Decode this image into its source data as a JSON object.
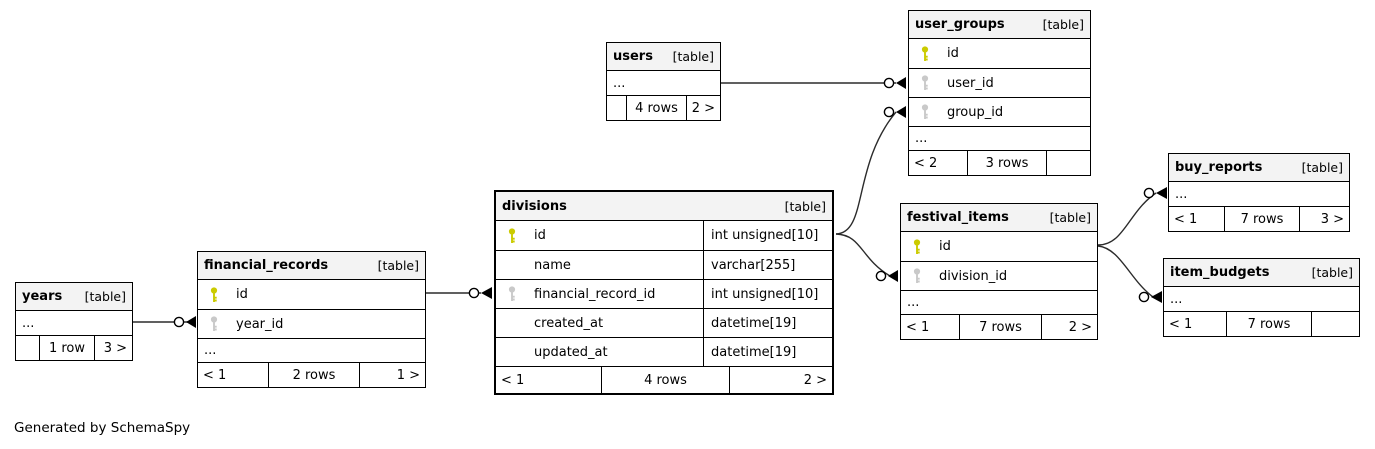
{
  "credit": "Generated by SchemaSpy",
  "colors": {
    "background": "#ffffff",
    "table_header_bg": "#f3f3f3",
    "border": "#000000",
    "primary_key_icon": "#cbcb00",
    "foreign_key_icon": "#c9c9c9"
  },
  "tables": {
    "users": {
      "name": "users",
      "tag": "[table]",
      "columns": [
        {
          "label": "..."
        }
      ],
      "footer": {
        "left": "",
        "center": "4 rows",
        "right": "2 >"
      }
    },
    "user_groups": {
      "name": "user_groups",
      "tag": "[table]",
      "columns": [
        {
          "label": "id",
          "key": "primary"
        },
        {
          "label": "user_id",
          "key": "foreign"
        },
        {
          "label": "group_id",
          "key": "foreign"
        },
        {
          "label": "..."
        }
      ],
      "footer": {
        "left": "< 2",
        "center": "3 rows",
        "right": ""
      }
    },
    "divisions": {
      "name": "divisions",
      "tag": "[table]",
      "columns": [
        {
          "label": "id",
          "key": "primary",
          "type": "int unsigned[10]"
        },
        {
          "label": "name",
          "type": "varchar[255]"
        },
        {
          "label": "financial_record_id",
          "key": "foreign",
          "type": "int unsigned[10]"
        },
        {
          "label": "created_at",
          "type": "datetime[19]"
        },
        {
          "label": "updated_at",
          "type": "datetime[19]"
        }
      ],
      "footer": {
        "left": "< 1",
        "center": "4 rows",
        "right": "2 >"
      }
    },
    "financial_records": {
      "name": "financial_records",
      "tag": "[table]",
      "columns": [
        {
          "label": "id",
          "key": "primary"
        },
        {
          "label": "year_id",
          "key": "foreign"
        },
        {
          "label": "..."
        }
      ],
      "footer": {
        "left": "< 1",
        "center": "2 rows",
        "right": "1 >"
      }
    },
    "years": {
      "name": "years",
      "tag": "[table]",
      "columns": [
        {
          "label": "..."
        }
      ],
      "footer": {
        "left": "",
        "center": "1 row",
        "right": "3 >"
      }
    },
    "festival_items": {
      "name": "festival_items",
      "tag": "[table]",
      "columns": [
        {
          "label": "id",
          "key": "primary"
        },
        {
          "label": "division_id",
          "key": "foreign"
        },
        {
          "label": "..."
        }
      ],
      "footer": {
        "left": "< 1",
        "center": "7 rows",
        "right": "2 >"
      }
    },
    "buy_reports": {
      "name": "buy_reports",
      "tag": "[table]",
      "columns": [
        {
          "label": "..."
        }
      ],
      "footer": {
        "left": "< 1",
        "center": "7 rows",
        "right": "3 >"
      }
    },
    "item_budgets": {
      "name": "item_budgets",
      "tag": "[table]",
      "columns": [
        {
          "label": "..."
        }
      ],
      "footer": {
        "left": "< 1",
        "center": "7 rows",
        "right": ""
      }
    }
  },
  "relationships": [
    {
      "source": "users",
      "target": "user_groups.user_id"
    },
    {
      "source": "divisions.id",
      "target": "user_groups.group_id"
    },
    {
      "source": "divisions.id",
      "target": "festival_items.division_id"
    },
    {
      "source": "years",
      "target": "financial_records.year_id"
    },
    {
      "source": "financial_records.id",
      "target": "divisions.financial_record_id"
    },
    {
      "source": "festival_items.id",
      "target": "buy_reports"
    },
    {
      "source": "festival_items.id",
      "target": "item_budgets"
    }
  ]
}
